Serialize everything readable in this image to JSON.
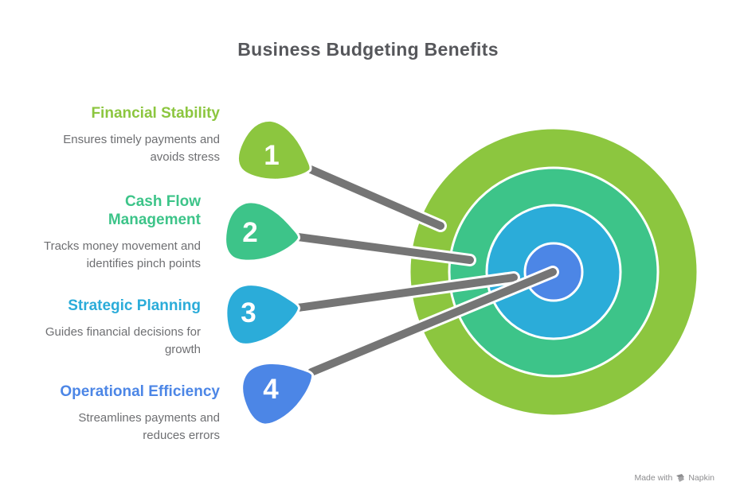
{
  "title": "Business Budgeting Benefits",
  "items": [
    {
      "number": "1",
      "heading": "Financial Stability",
      "description": "Ensures timely payments and avoids stress",
      "color": "#8CC63F"
    },
    {
      "number": "2",
      "heading": "Cash Flow Management",
      "description": "Tracks money movement and identifies pinch points",
      "color": "#3DC489"
    },
    {
      "number": "3",
      "heading": "Strategic Planning",
      "description": "Guides financial decisions for growth",
      "color": "#2BACD9"
    },
    {
      "number": "4",
      "heading": "Operational Efficiency",
      "description": "Streamlines payments and reduces errors",
      "color": "#4C86E6"
    }
  ],
  "target": {
    "ring_colors": [
      "#8CC63F",
      "#3DC489",
      "#2BACD9",
      "#4C86E6"
    ]
  },
  "connector_color": "#757575",
  "watermark": {
    "prefix": "Made with",
    "brand": "Napkin"
  }
}
